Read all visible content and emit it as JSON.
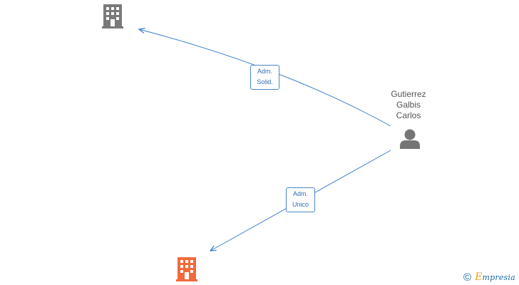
{
  "nodes": {
    "person": {
      "name_lines": [
        "Gutierrez",
        "Galbis",
        "Carlos"
      ],
      "icon": "person-icon",
      "color": "#757575"
    },
    "company_top": {
      "icon": "building-icon",
      "color": "#7a7a7a"
    },
    "company_bottom": {
      "icon": "building-icon",
      "color": "#f26a3c"
    }
  },
  "edges": [
    {
      "from": "person",
      "to": "company_top",
      "label_lines": [
        "Adm.",
        "Solid."
      ]
    },
    {
      "from": "person",
      "to": "company_bottom",
      "label_lines": [
        "Adm.",
        "Unico"
      ]
    }
  ],
  "edge_color": "#3b7fd0",
  "watermark": {
    "symbol": "©",
    "brand_initial": "E",
    "brand_rest": "mpresia",
    "brand_color": "#1a6aa8",
    "accent_color": "#e8a020"
  }
}
